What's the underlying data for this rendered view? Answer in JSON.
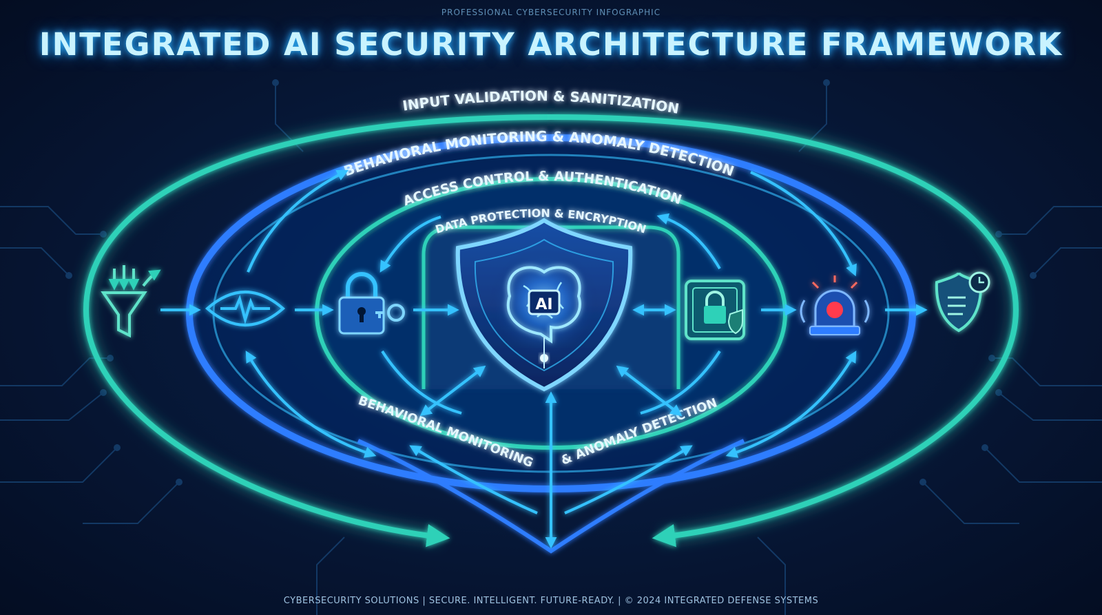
{
  "header": {
    "eyebrow": "PROFESSIONAL CYBERSECURITY INFOGRAPHIC",
    "title": "INTEGRATED AI SECURITY ARCHITECTURE FRAMEWORK"
  },
  "layers": {
    "input_validation": "INPUT VALIDATION & SANITIZATION",
    "behavioral_top": "BEHAVIORAL MONITORING & ANOMALY DETECTION",
    "access_control": "ACCESS CONTROL & AUTHENTICATION",
    "data_protection": "DATA PROTECTION & ENCRYPTION",
    "behavioral_bottom_left": "BEHAVIORAL MONITORING",
    "behavioral_bottom_right": "& ANOMALY DETECTION"
  },
  "core": {
    "label": "AI"
  },
  "icons": [
    "funnel-filter-icon",
    "eye-heartbeat-icon",
    "padlock-key-icon",
    "ai-brain-shield-icon",
    "encrypted-safe-icon",
    "alarm-siren-icon",
    "shield-clock-icon"
  ],
  "footer": {
    "text": "CYBERSECURITY SOLUTIONS  |  SECURE. INTELLIGENT. FUTURE-READY.  |  © 2024 INTEGRATED DEFENSE SYSTEMS"
  },
  "colors": {
    "background": "#061535",
    "teal": "#2fd1b8",
    "cyan": "#36c2ff",
    "blue": "#2f7dff",
    "alarm": "#ff3b4e"
  }
}
